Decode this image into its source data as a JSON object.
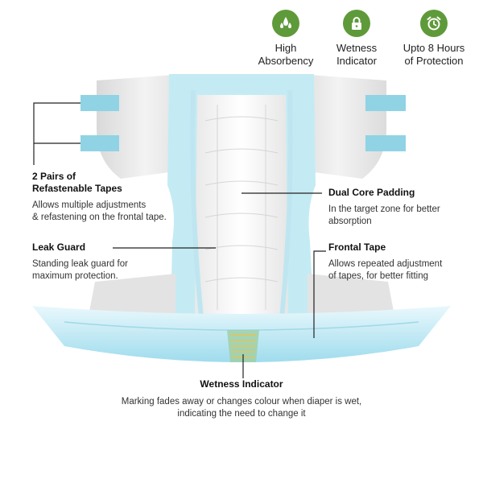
{
  "features": [
    {
      "lines": [
        "High",
        "Absorbency"
      ],
      "icon": "water-drops-icon"
    },
    {
      "lines": [
        "Wetness",
        "Indicator"
      ],
      "icon": "lock-icon"
    },
    {
      "lines": [
        "Upto 8 Hours",
        "of Protection"
      ],
      "icon": "alarm-clock-icon"
    }
  ],
  "callouts": {
    "tapes": {
      "title_lines": [
        "2 Pairs of",
        "Refastenable Tapes"
      ],
      "desc_lines": [
        "Allows multiple adjustments",
        "& refastening on the frontal tape."
      ]
    },
    "leak_guard": {
      "title_lines": [
        "Leak Guard"
      ],
      "desc_lines": [
        "Standing leak guard for",
        "maximum protection."
      ]
    },
    "dual_core": {
      "title_lines": [
        "Dual Core Padding"
      ],
      "desc_lines": [
        "In the target zone for better",
        "absorption"
      ]
    },
    "frontal_tape": {
      "title_lines": [
        "Frontal Tape"
      ],
      "desc_lines": [
        "Allows repeated adjustment",
        "of tapes, for better fitting"
      ]
    },
    "wetness": {
      "title_lines": [
        "Wetness Indicator"
      ],
      "desc_lines": [
        "Marking fades away or changes colour when diaper is wet,",
        "indicating the need to change it"
      ]
    }
  },
  "colors": {
    "badge_green": "#5f9a3a",
    "tape_blue": "#8fd3e4",
    "diaper_blue": "#b9e6f1",
    "leader_line": "#222222"
  }
}
